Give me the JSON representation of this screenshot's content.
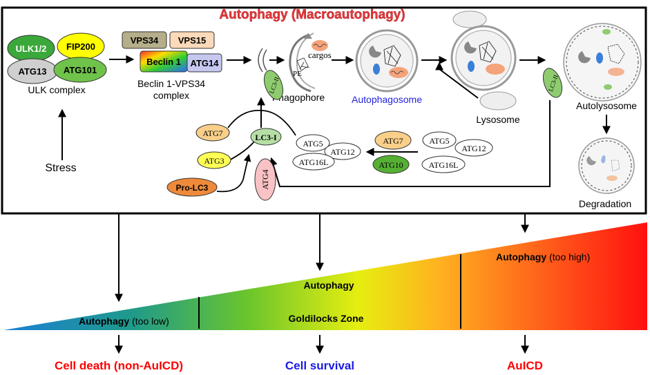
{
  "title": "Autophagy (Macroautophagy)",
  "ulk": {
    "proteins": [
      "ULK1/2",
      "FIP200",
      "ATG13",
      "ATG101"
    ],
    "label": "ULK complex",
    "colors": {
      "ulk": "#3aa83a",
      "fip": "#ffff00",
      "atg13": "#cfcfcf",
      "atg101": "#6fc24a"
    }
  },
  "beclin": {
    "proteins": [
      "VPS34",
      "VPS15",
      "Beclin 1",
      "ATG14"
    ],
    "label_line1": "Beclin 1-VPS34",
    "label_line2": "complex"
  },
  "stress": "Stress",
  "stages": {
    "phagophore": "Phagophore",
    "autophagosome": "Autophagosome",
    "lysosome": "Lysosome",
    "autolysosome": "Autolysosome",
    "degradation": "Degradation"
  },
  "cargo_labels": {
    "cargos": "cargos",
    "pe": "PE"
  },
  "lc3": {
    "lc3_ii": "LC3-II",
    "lc3_i": "LC3-I",
    "pro_lc3": "Pro-LC3",
    "atg4": "ATG4"
  },
  "conjugation": {
    "left": [
      "ATG7",
      "ATG3"
    ],
    "complex_left": [
      "ATG5",
      "ATG12",
      "ATG16L"
    ],
    "right_enzymes": [
      "ATG7",
      "ATG10"
    ],
    "complex_right": [
      "ATG5",
      "ATG12",
      "ATG16L"
    ]
  },
  "gradient": {
    "low_label": "Autophagy",
    "low_note": "(too low)",
    "mid_label": "Autophagy",
    "zone_label": "Goldilocks Zone",
    "high_label": "Autophagy",
    "high_note": "(too high)"
  },
  "outcomes": {
    "death": "Cell death (non-AuICD)",
    "survival": "Cell survival",
    "auicd": "AuICD"
  },
  "colors": {
    "title": "#e8383d",
    "autophagosome": "#2222dd",
    "death": "#ff0000",
    "survival": "#1a1ae6",
    "auicd": "#ff0000"
  }
}
